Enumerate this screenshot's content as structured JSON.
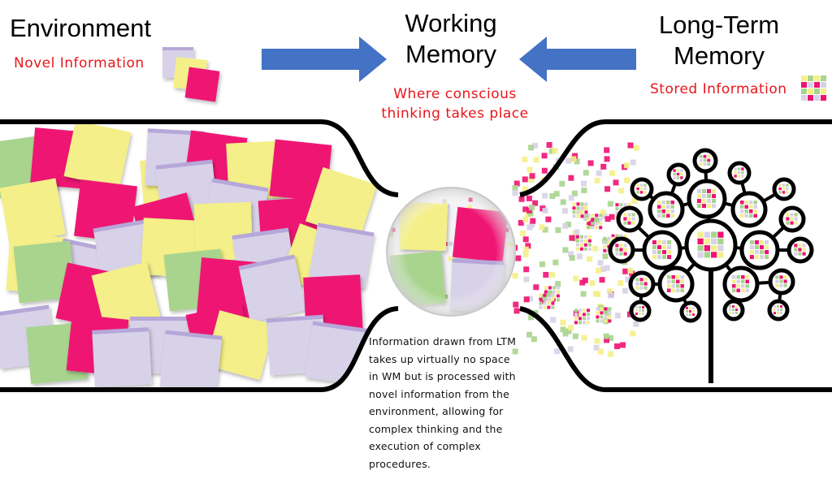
{
  "environment": {
    "title": "Environment",
    "subtitle": "Novel Information"
  },
  "working_memory": {
    "title_line1": "Working",
    "title_line2": "Memory",
    "subtitle_line1": "Where conscious",
    "subtitle_line2": "thinking takes place"
  },
  "long_term_memory": {
    "title_line1": "Long-Term",
    "title_line2": "Memory",
    "subtitle": "Stored Information"
  },
  "caption_lines": [
    "Information drawn from LTM",
    "takes up virtually no space",
    "in WM but is processed with",
    "novel information from the",
    "environment, allowing for",
    "complex thinking and the",
    "execution of complex",
    "procedures."
  ],
  "colors": {
    "arrow": "#4472c4",
    "label_red": "#e8161b",
    "note_yellow": "#f4ef88",
    "note_pink": "#ef1273",
    "note_green": "#a8d48e",
    "note_lavender": "#d8d2e8",
    "outline": "#000000"
  },
  "icons": {
    "arrows": [
      "arrow-right-icon",
      "arrow-left-icon"
    ],
    "notes": "sticky-note-icon",
    "memory_tree": "schema-tree-icon"
  }
}
